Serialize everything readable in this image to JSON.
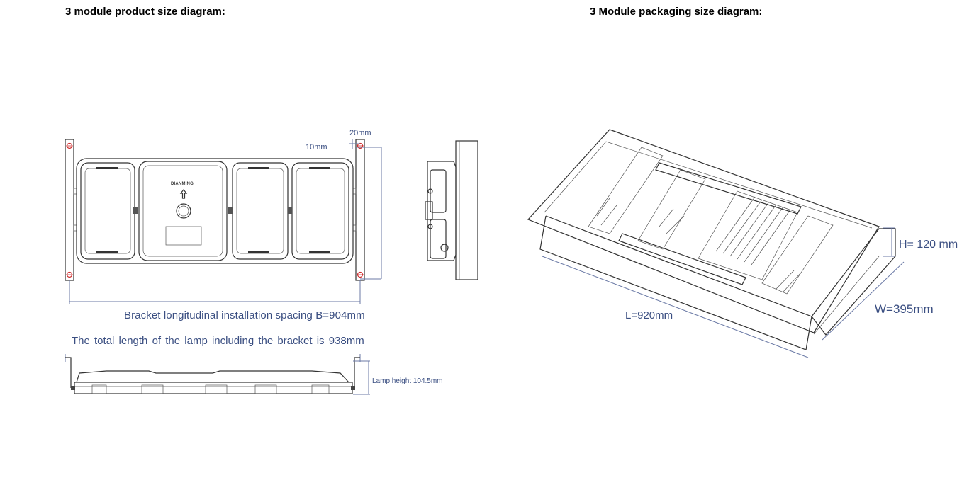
{
  "headings": {
    "product": "3 module product size diagram:",
    "packaging": "3 Module packaging size diagram:"
  },
  "product_diagram": {
    "logo": "DIANMING",
    "dim_20": "20mm",
    "dim_10": "10mm",
    "bracket_spacing": "Bracket longitudinal installation spacing B=904mm",
    "total_length": "The total length of the lamp including the bracket is 938mm",
    "lamp_height": "Lamp height 104.5mm"
  },
  "packaging_diagram": {
    "height": "H= 120 mm",
    "width": "W=395mm",
    "length": "L=920mm"
  },
  "colors": {
    "dimension_text": "#3b4f82",
    "line": "#333333",
    "marker": "#d03030"
  }
}
